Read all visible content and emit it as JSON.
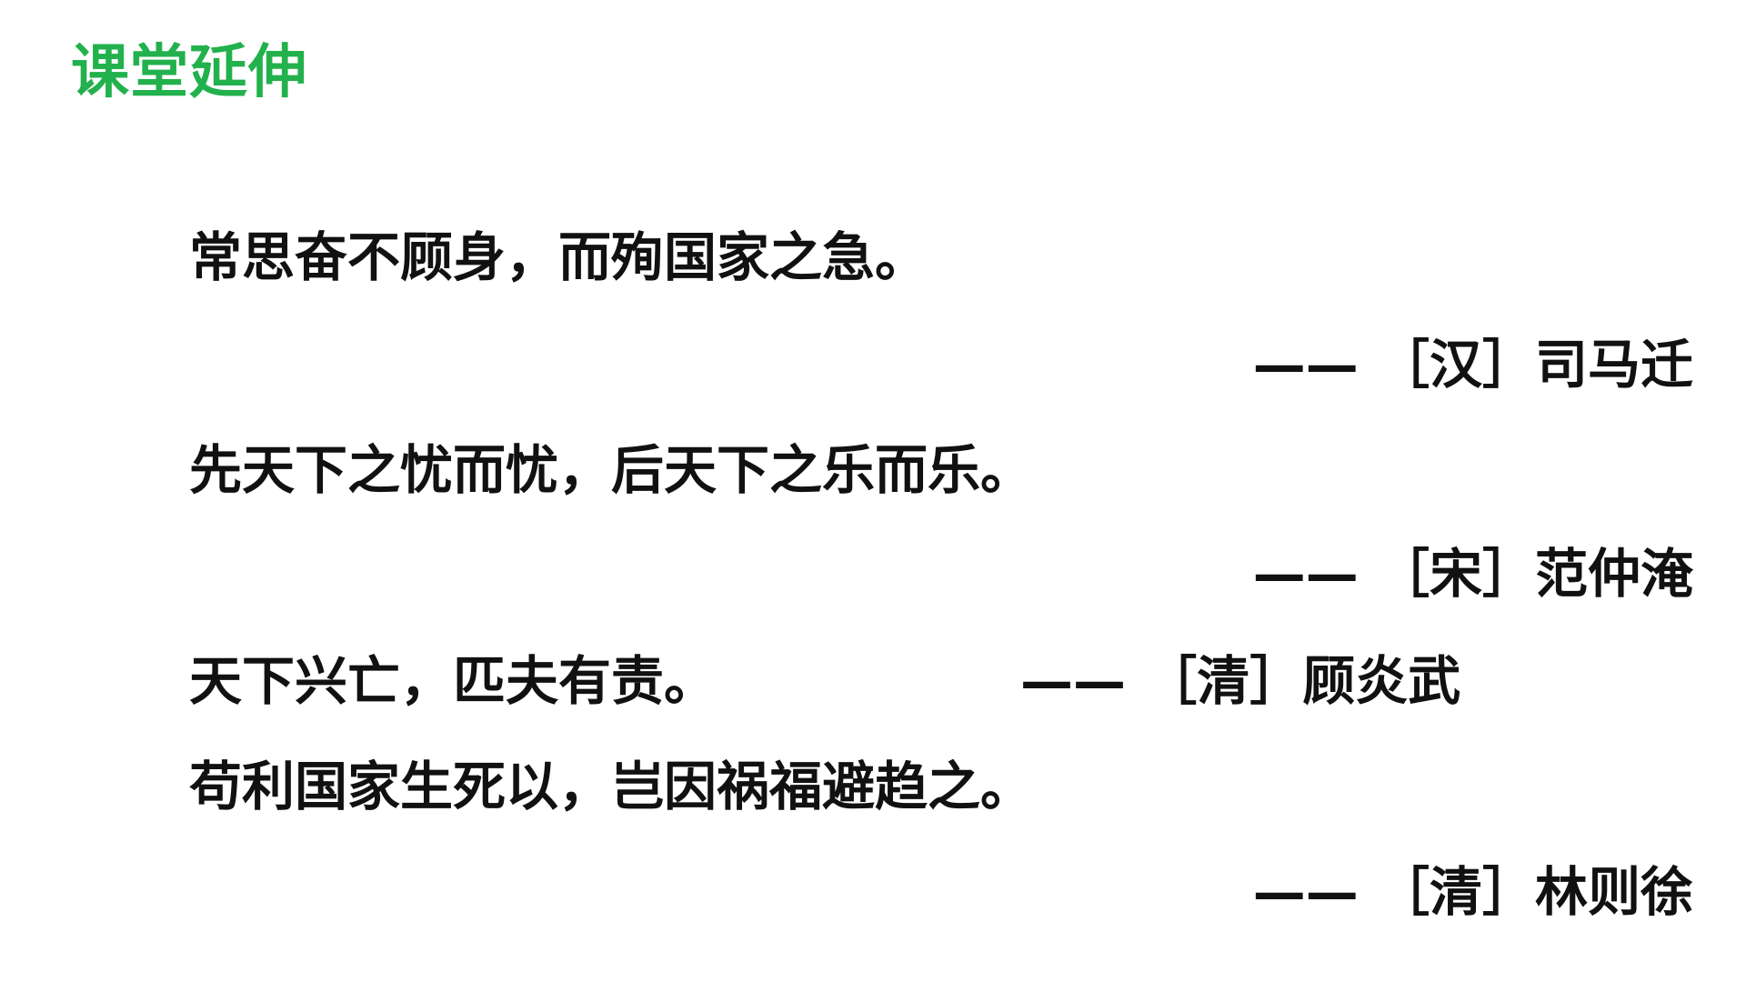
{
  "slide": {
    "title": "课堂延伸",
    "quotes": [
      {
        "text": "常思奋不顾身，而殉国家之急。",
        "attribution": "—— ［汉］司马迁"
      },
      {
        "text": "先天下之忧而忧，后天下之乐而乐。",
        "attribution": "—— ［宋］范仲淹"
      },
      {
        "text": "天下兴亡，匹夫有责。",
        "attribution": "—— ［清］顾炎武"
      },
      {
        "text": "苟利国家生死以，岂因祸福避趋之。",
        "attribution": "—— ［清］林则徐"
      }
    ]
  }
}
